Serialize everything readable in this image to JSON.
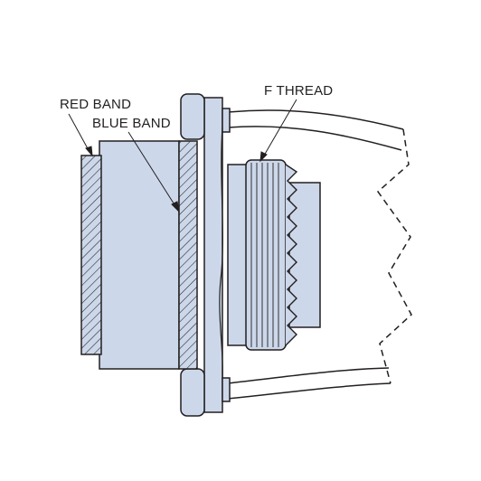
{
  "labels": {
    "red_band": "RED BAND",
    "blue_band": "BLUE BAND",
    "f_thread": "F THREAD"
  },
  "colors": {
    "fill": "#ccd8ea",
    "outline": "#231f20",
    "background": "#ffffff"
  }
}
